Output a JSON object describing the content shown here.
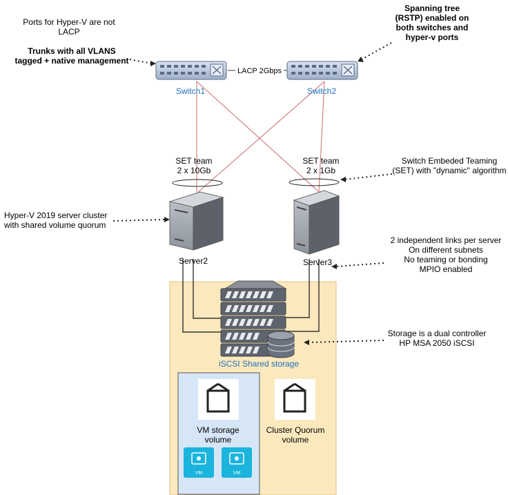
{
  "notes": {
    "ports_hyperv": "Ports for Hyper-V are not\nLACP",
    "trunks": "Trunks with all VLANS\ntagged + native management",
    "spanning_tree": "Spanning tree\n(RSTP) enabled on\nboth switches and\nhyper-v ports",
    "lacp": "LACP 2Gbps",
    "set_team_left": "SET team\n2 x 10Gb",
    "set_team_right": "SET team\n2 x 1Gb",
    "switch_embedded": "Switch Embeded Teaming\n(SET) with \"dynamic\" algorithm",
    "hyperv_cluster": "Hyper-V 2019 server cluster\nwith shared volume quorum",
    "independent_links": "2 independent links per server\nOn different subnets\nNo teaming or bonding\nMPIO enabled",
    "storage_dual": "Storage is a dual controller\nHP MSA 2050 iSCSI"
  },
  "devices": {
    "switch1": "Switch1",
    "switch2": "Switch2",
    "server2": "Server2",
    "server3": "Server3",
    "storage": "iSCSI Shared storage"
  },
  "volumes": {
    "vm_storage": "VM storage\nvolume",
    "cluster_quorum": "Cluster Quorum\nvolume",
    "vm_badge": "VM"
  },
  "colors": {
    "storage_bg": "#fbe8bd",
    "storage_border": "#e0c080",
    "vm_volume_bg": "#d6e6f7",
    "red_link": "#c96b6b",
    "vm_tile": "#1ab4dd"
  }
}
